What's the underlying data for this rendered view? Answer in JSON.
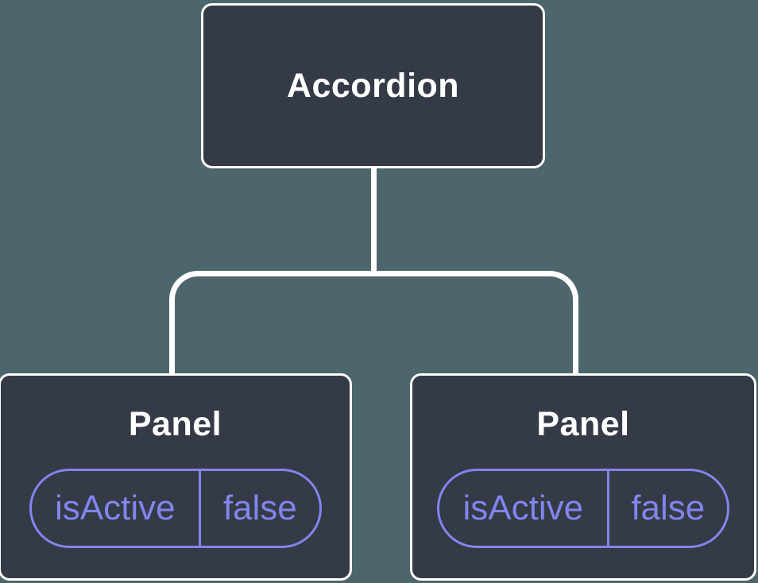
{
  "diagram": {
    "root": {
      "label": "Accordion"
    },
    "panels": [
      {
        "label": "Panel",
        "state_key": "isActive",
        "state_value": "false"
      },
      {
        "label": "Panel",
        "state_key": "isActive",
        "state_value": "false"
      }
    ],
    "colors": {
      "background": "#4d666d",
      "node_fill": "#343a46",
      "node_border": "#ffffff",
      "connector": "#ffffff",
      "state_accent": "#8285ec",
      "node_text": "#ffffff"
    }
  }
}
